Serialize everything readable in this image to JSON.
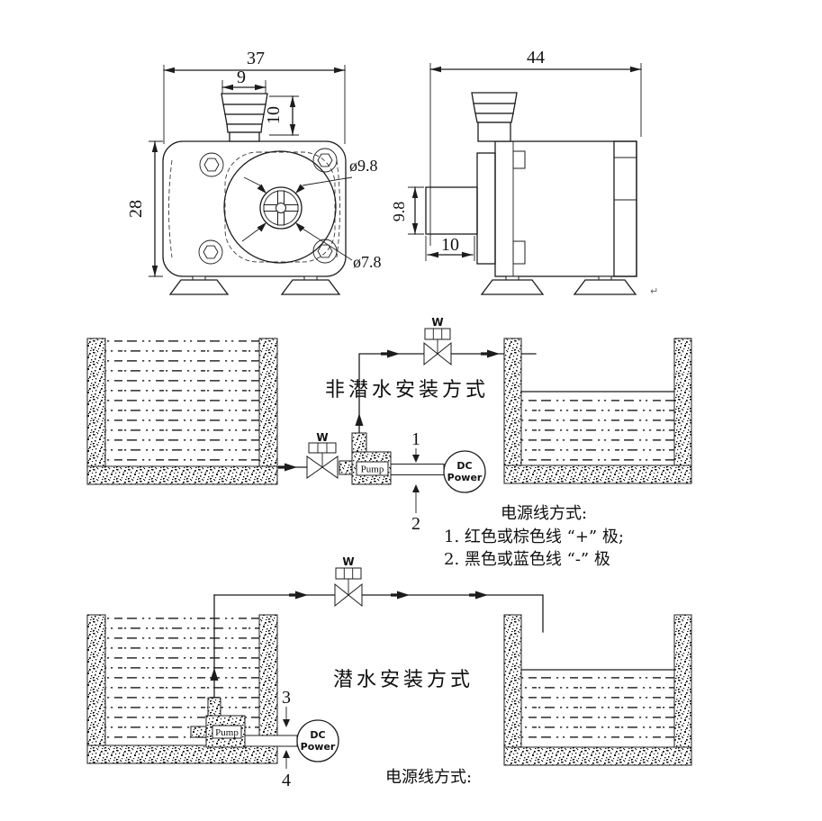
{
  "front_view": {
    "width_dim": "37",
    "nozzle_width_dim": "9",
    "nozzle_height_dim": "10",
    "height_dim": "28",
    "hub_outer_dia": "ø9.8",
    "hub_inner_dia": "ø7.8"
  },
  "side_view": {
    "length_dim": "44",
    "inlet_dia_dim": "9.8",
    "inlet_len_dim": "10",
    "corner_mark": "↵"
  },
  "diagram_non_submersible": {
    "title": "非潜水安装方式",
    "valve_left_label": "W",
    "valve_top_label": "W",
    "pump_label": "Pump",
    "dc_line1": "DC",
    "dc_line2": "Power",
    "wire_positive": "1",
    "wire_negative": "2"
  },
  "diagram_submersible": {
    "title": "潜水安装方式",
    "valve_label": "W",
    "pump_label": "Pump",
    "dc_line1": "DC",
    "dc_line2": "Power",
    "wire_positive": "3",
    "wire_negative": "4"
  },
  "power_note": {
    "heading": "电源线方式:",
    "line1": "1. 红色或棕色线 “+” 极;",
    "line2": "2. 黑色或蓝色线 “-” 极"
  },
  "power_note_bottom": {
    "heading": "电源线方式:"
  },
  "colors": {
    "ink": "#1c1c1c",
    "background": "#ffffff"
  }
}
